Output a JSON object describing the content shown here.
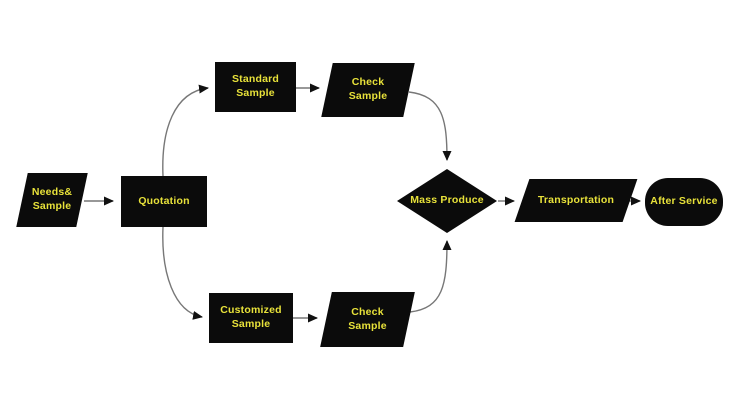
{
  "diagram": {
    "type": "flowchart",
    "colors": {
      "background": "#ffffff",
      "shape_fill": "#0b0b0b",
      "label_text": "#e8e23a",
      "connector_line": "#777777",
      "arrowhead": "#111111"
    },
    "nodes": {
      "needs_sample": {
        "label": "Needs&\nSample",
        "shape": "parallelogram"
      },
      "quotation": {
        "label": "Quotation",
        "shape": "rectangle"
      },
      "standard_sample": {
        "label": "Standard\nSample",
        "shape": "rectangle"
      },
      "check_sample_top": {
        "label": "Check\nSample",
        "shape": "parallelogram"
      },
      "customized_sample": {
        "label": "Customized\nSample",
        "shape": "rectangle"
      },
      "check_sample_bottom": {
        "label": "Check\nSample",
        "shape": "parallelogram"
      },
      "mass_produce": {
        "label": "Mass Produce",
        "shape": "diamond"
      },
      "transportation": {
        "label": "Transportation",
        "shape": "parallelogram"
      },
      "after_service": {
        "label": "After Service",
        "shape": "rounded"
      }
    },
    "flows": [
      {
        "from": "needs_sample",
        "to": "quotation"
      },
      {
        "from": "quotation",
        "to": "standard_sample"
      },
      {
        "from": "quotation",
        "to": "customized_sample"
      },
      {
        "from": "standard_sample",
        "to": "check_sample_top"
      },
      {
        "from": "customized_sample",
        "to": "check_sample_bottom"
      },
      {
        "from": "check_sample_top",
        "to": "mass_produce"
      },
      {
        "from": "check_sample_bottom",
        "to": "mass_produce"
      },
      {
        "from": "mass_produce",
        "to": "transportation"
      },
      {
        "from": "transportation",
        "to": "after_service"
      }
    ]
  }
}
